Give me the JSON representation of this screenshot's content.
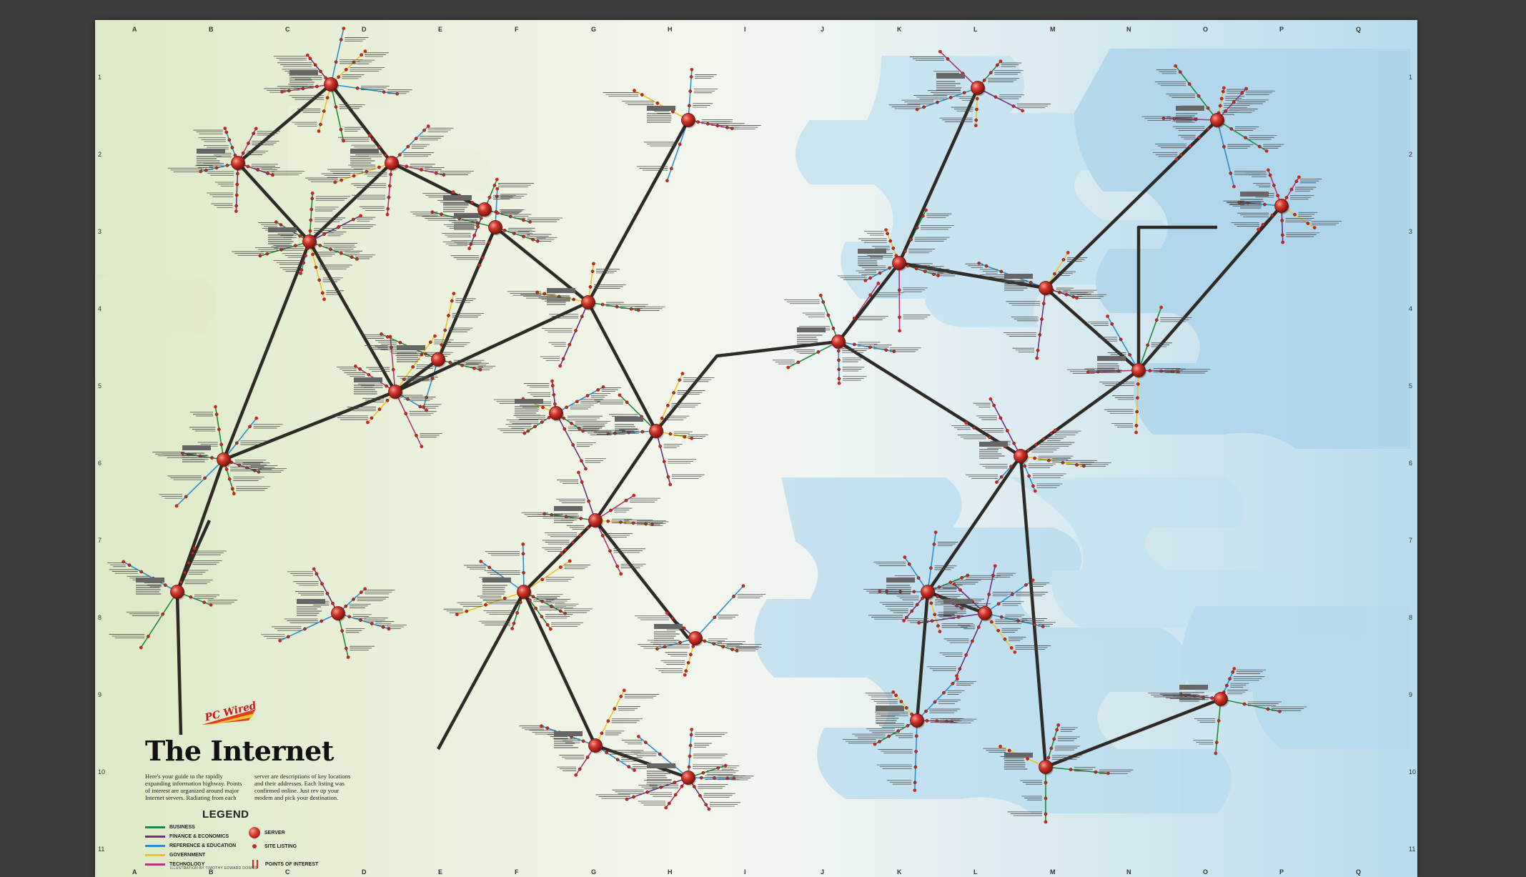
{
  "map": {
    "brand": "PC Wired",
    "title": "The Internet",
    "intro": "Here's your guide to the rapidly expanding information highway. Points of interest are organized around major Internet servers. Radiating from each server are descriptions of key locations and their addresses. Each listing was confirmed online. Just rev up your modem and pick your destination.",
    "legend": {
      "title": "LEGEND",
      "lines": [
        {
          "label": "BUSINESS",
          "color": "#1f8a3c"
        },
        {
          "label": "FINANCE & ECONOMICS",
          "color": "#6b2f86"
        },
        {
          "label": "REFERENCE & EDUCATION",
          "color": "#2a8fd1"
        },
        {
          "label": "GOVERNMENT",
          "color": "#f2c21b"
        },
        {
          "label": "TECHNOLOGY",
          "color": "#b2347d"
        }
      ],
      "symbols": [
        {
          "label": "SERVER"
        },
        {
          "label": "SITE LISTING"
        },
        {
          "label": "POINTS OF INTEREST"
        }
      ]
    },
    "credit": "ILLUSTRATION BY TIMOTHY EDWARD DOWNS",
    "grid": {
      "letters": [
        "A",
        "B",
        "C",
        "D",
        "E",
        "F",
        "G",
        "H",
        "I",
        "J",
        "K",
        "L",
        "M",
        "N",
        "O",
        "P",
        "Q"
      ],
      "numbers": [
        "1",
        "2",
        "3",
        "4",
        "5",
        "6",
        "7",
        "8",
        "9",
        "10",
        "11"
      ]
    },
    "colors": {
      "trunk": "#2e2a25",
      "server": "#c8281f",
      "site": "#c8281f",
      "background_left": "#e4eed2",
      "background_right": "#bcdcec"
    }
  }
}
